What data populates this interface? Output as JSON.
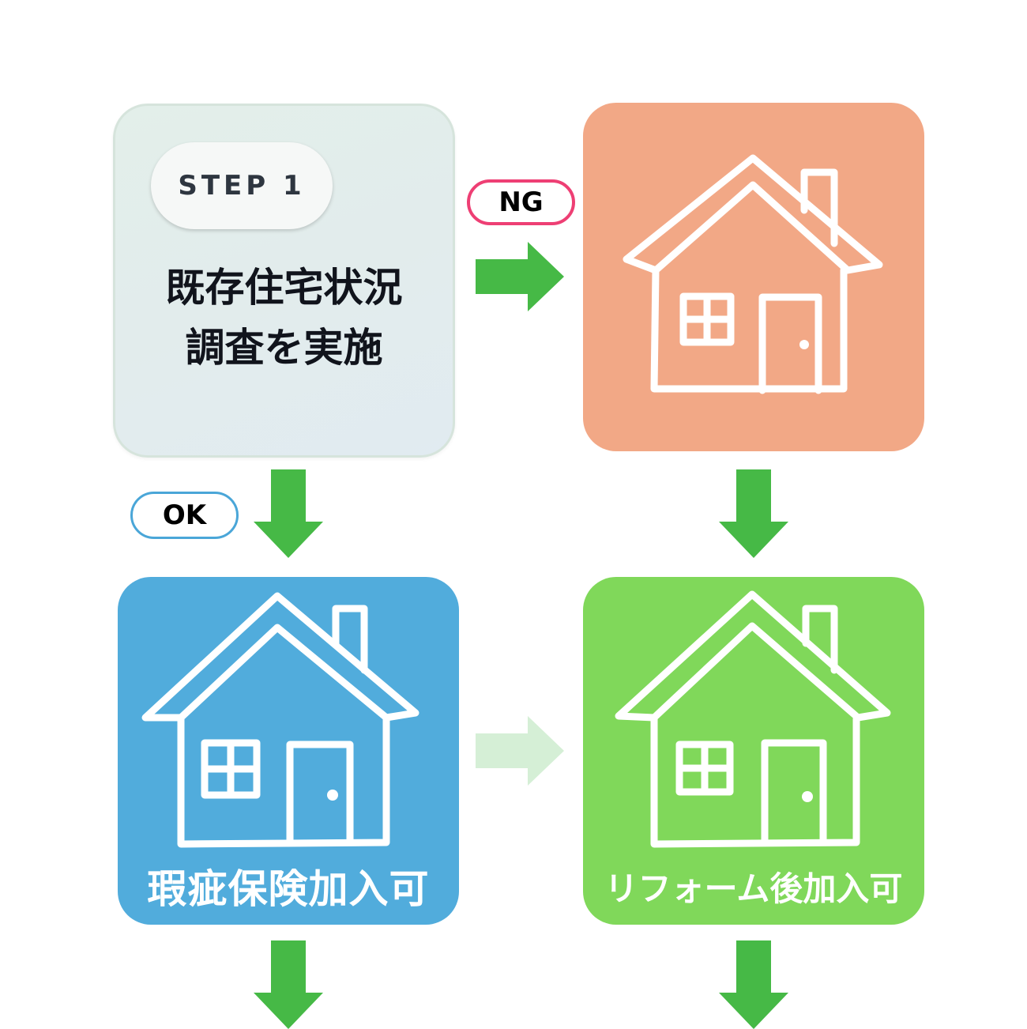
{
  "step1": {
    "badge": "STEP 1",
    "title_line1": "既存住宅状況",
    "title_line2": "調査を実施"
  },
  "tags": {
    "ng": "NG",
    "ok": "OK"
  },
  "panels": {
    "ok_label": "瑕疵保険加入可",
    "reform_label": "リフォーム後加入可"
  },
  "colors": {
    "arrow": "#46b946",
    "arrow_faded": "#d5efd6",
    "ng_panel": "#f2a886",
    "ok_panel": "#51acdc",
    "reform_panel": "#80d85a",
    "ng_tag_border": "#ee3f74",
    "ok_tag_border": "#4aa6d8"
  },
  "icons": [
    "house-icon",
    "arrow-right-icon",
    "arrow-down-icon"
  ]
}
